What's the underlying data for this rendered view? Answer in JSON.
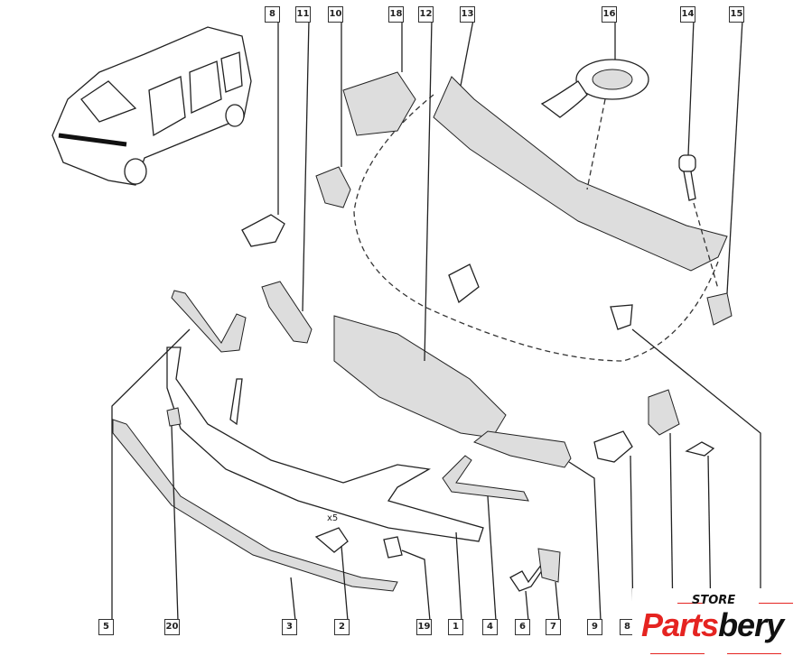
{
  "diagram": {
    "top_labels": [
      "8",
      "11",
      "10",
      "18",
      "12",
      "13",
      "16",
      "14",
      "15"
    ],
    "bottom_labels": [
      "5",
      "20",
      "3",
      "2",
      "19",
      "1",
      "4",
      "6",
      "7",
      "9",
      "8"
    ],
    "quantity_note": "x5"
  },
  "logo": {
    "top": "STORE",
    "word_red": "Parts",
    "word_black": "bery"
  },
  "colors": {
    "brand_red": "#e52421",
    "line": "#222222"
  }
}
